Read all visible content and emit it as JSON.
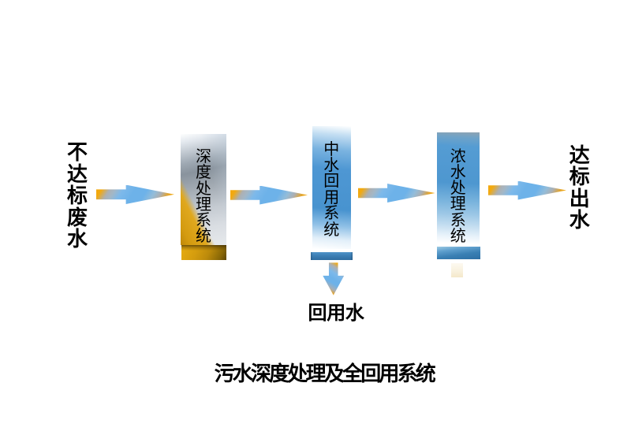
{
  "title": {
    "text": "污水深度处理及全回用系统"
  },
  "flow": {
    "input_label": {
      "text": "不达标废水"
    },
    "output_label": {
      "text": "达标出水"
    },
    "reuse_label": {
      "text": "回用水"
    },
    "boxes": [
      {
        "id": "deep-treatment",
        "label": "深度处理系统",
        "theme": "silver-gold"
      },
      {
        "id": "water-reuse",
        "label": "中水回用系统",
        "theme": "blue"
      },
      {
        "id": "concentrate-treatment",
        "label": "浓水处理系统",
        "theme": "blue-fade"
      }
    ],
    "arrows": [
      {
        "id": "arrow-1",
        "from": "input",
        "to": "deep-treatment",
        "direction": "right"
      },
      {
        "id": "arrow-2",
        "from": "deep-treatment",
        "to": "water-reuse",
        "direction": "right"
      },
      {
        "id": "arrow-3",
        "from": "water-reuse",
        "to": "concentrate-treatment",
        "direction": "right"
      },
      {
        "id": "arrow-4",
        "from": "concentrate-treatment",
        "to": "output",
        "direction": "right"
      },
      {
        "id": "arrow-down",
        "from": "water-reuse",
        "to": "reuse-water",
        "direction": "down"
      }
    ]
  },
  "colors": {
    "gold": "#F3A40A",
    "arrow_blue": "#6FB2E9",
    "silver": "#9AA4AE",
    "steel_blue": "#3E81B5",
    "box_blue": "#4892CF",
    "text": "#000000",
    "background": "#FFFFFF"
  }
}
